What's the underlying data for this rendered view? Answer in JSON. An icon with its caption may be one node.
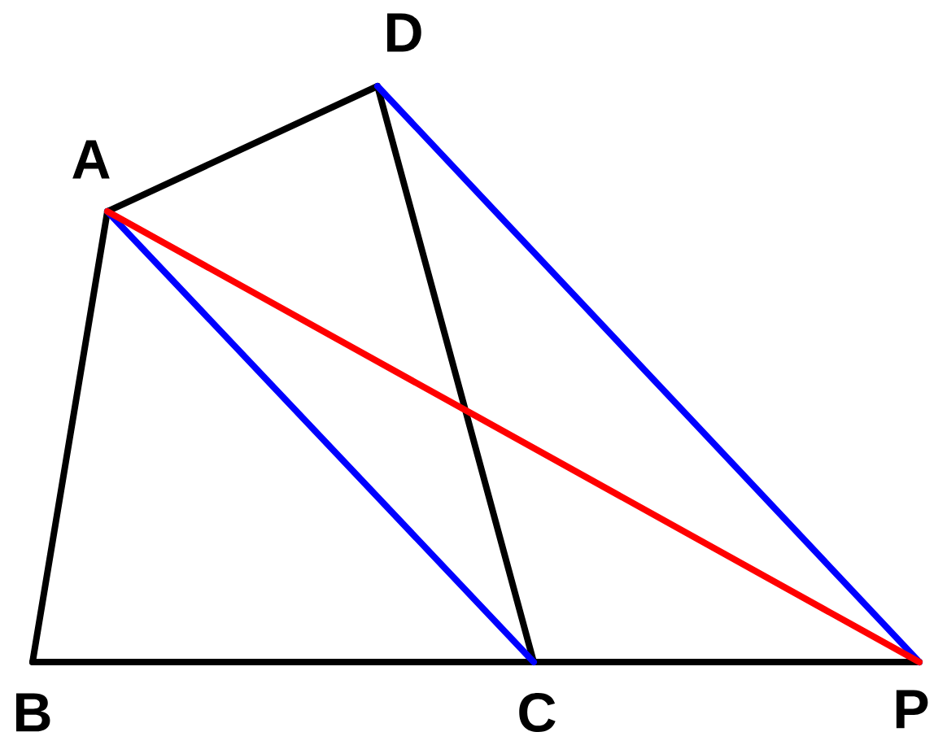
{
  "diagram": {
    "nodes": [
      {
        "text": [
          "A"
        ]
      },
      {
        "text": [
          "B"
        ]
      },
      {
        "text": [
          "C"
        ]
      },
      {
        "text": [
          "D"
        ]
      },
      {
        "text": [
          "P"
        ]
      }
    ],
    "edges": [
      {
        "from": 0,
        "to": 1,
        "arrow": "none"
      },
      {
        "from": 0,
        "to": 3,
        "arrow": "none"
      },
      {
        "from": 3,
        "to": 2,
        "arrow": "none"
      },
      {
        "from": 1,
        "to": 2,
        "arrow": "none"
      },
      {
        "from": 2,
        "to": 4,
        "arrow": "none"
      },
      {
        "from": 0,
        "to": 2,
        "arrow": "none",
        "color": "#0000ff"
      },
      {
        "from": 3,
        "to": 4,
        "arrow": "none",
        "color": "#0000ff"
      },
      {
        "from": 0,
        "to": 4,
        "arrow": "none",
        "color": "#ff0000"
      }
    ]
  }
}
